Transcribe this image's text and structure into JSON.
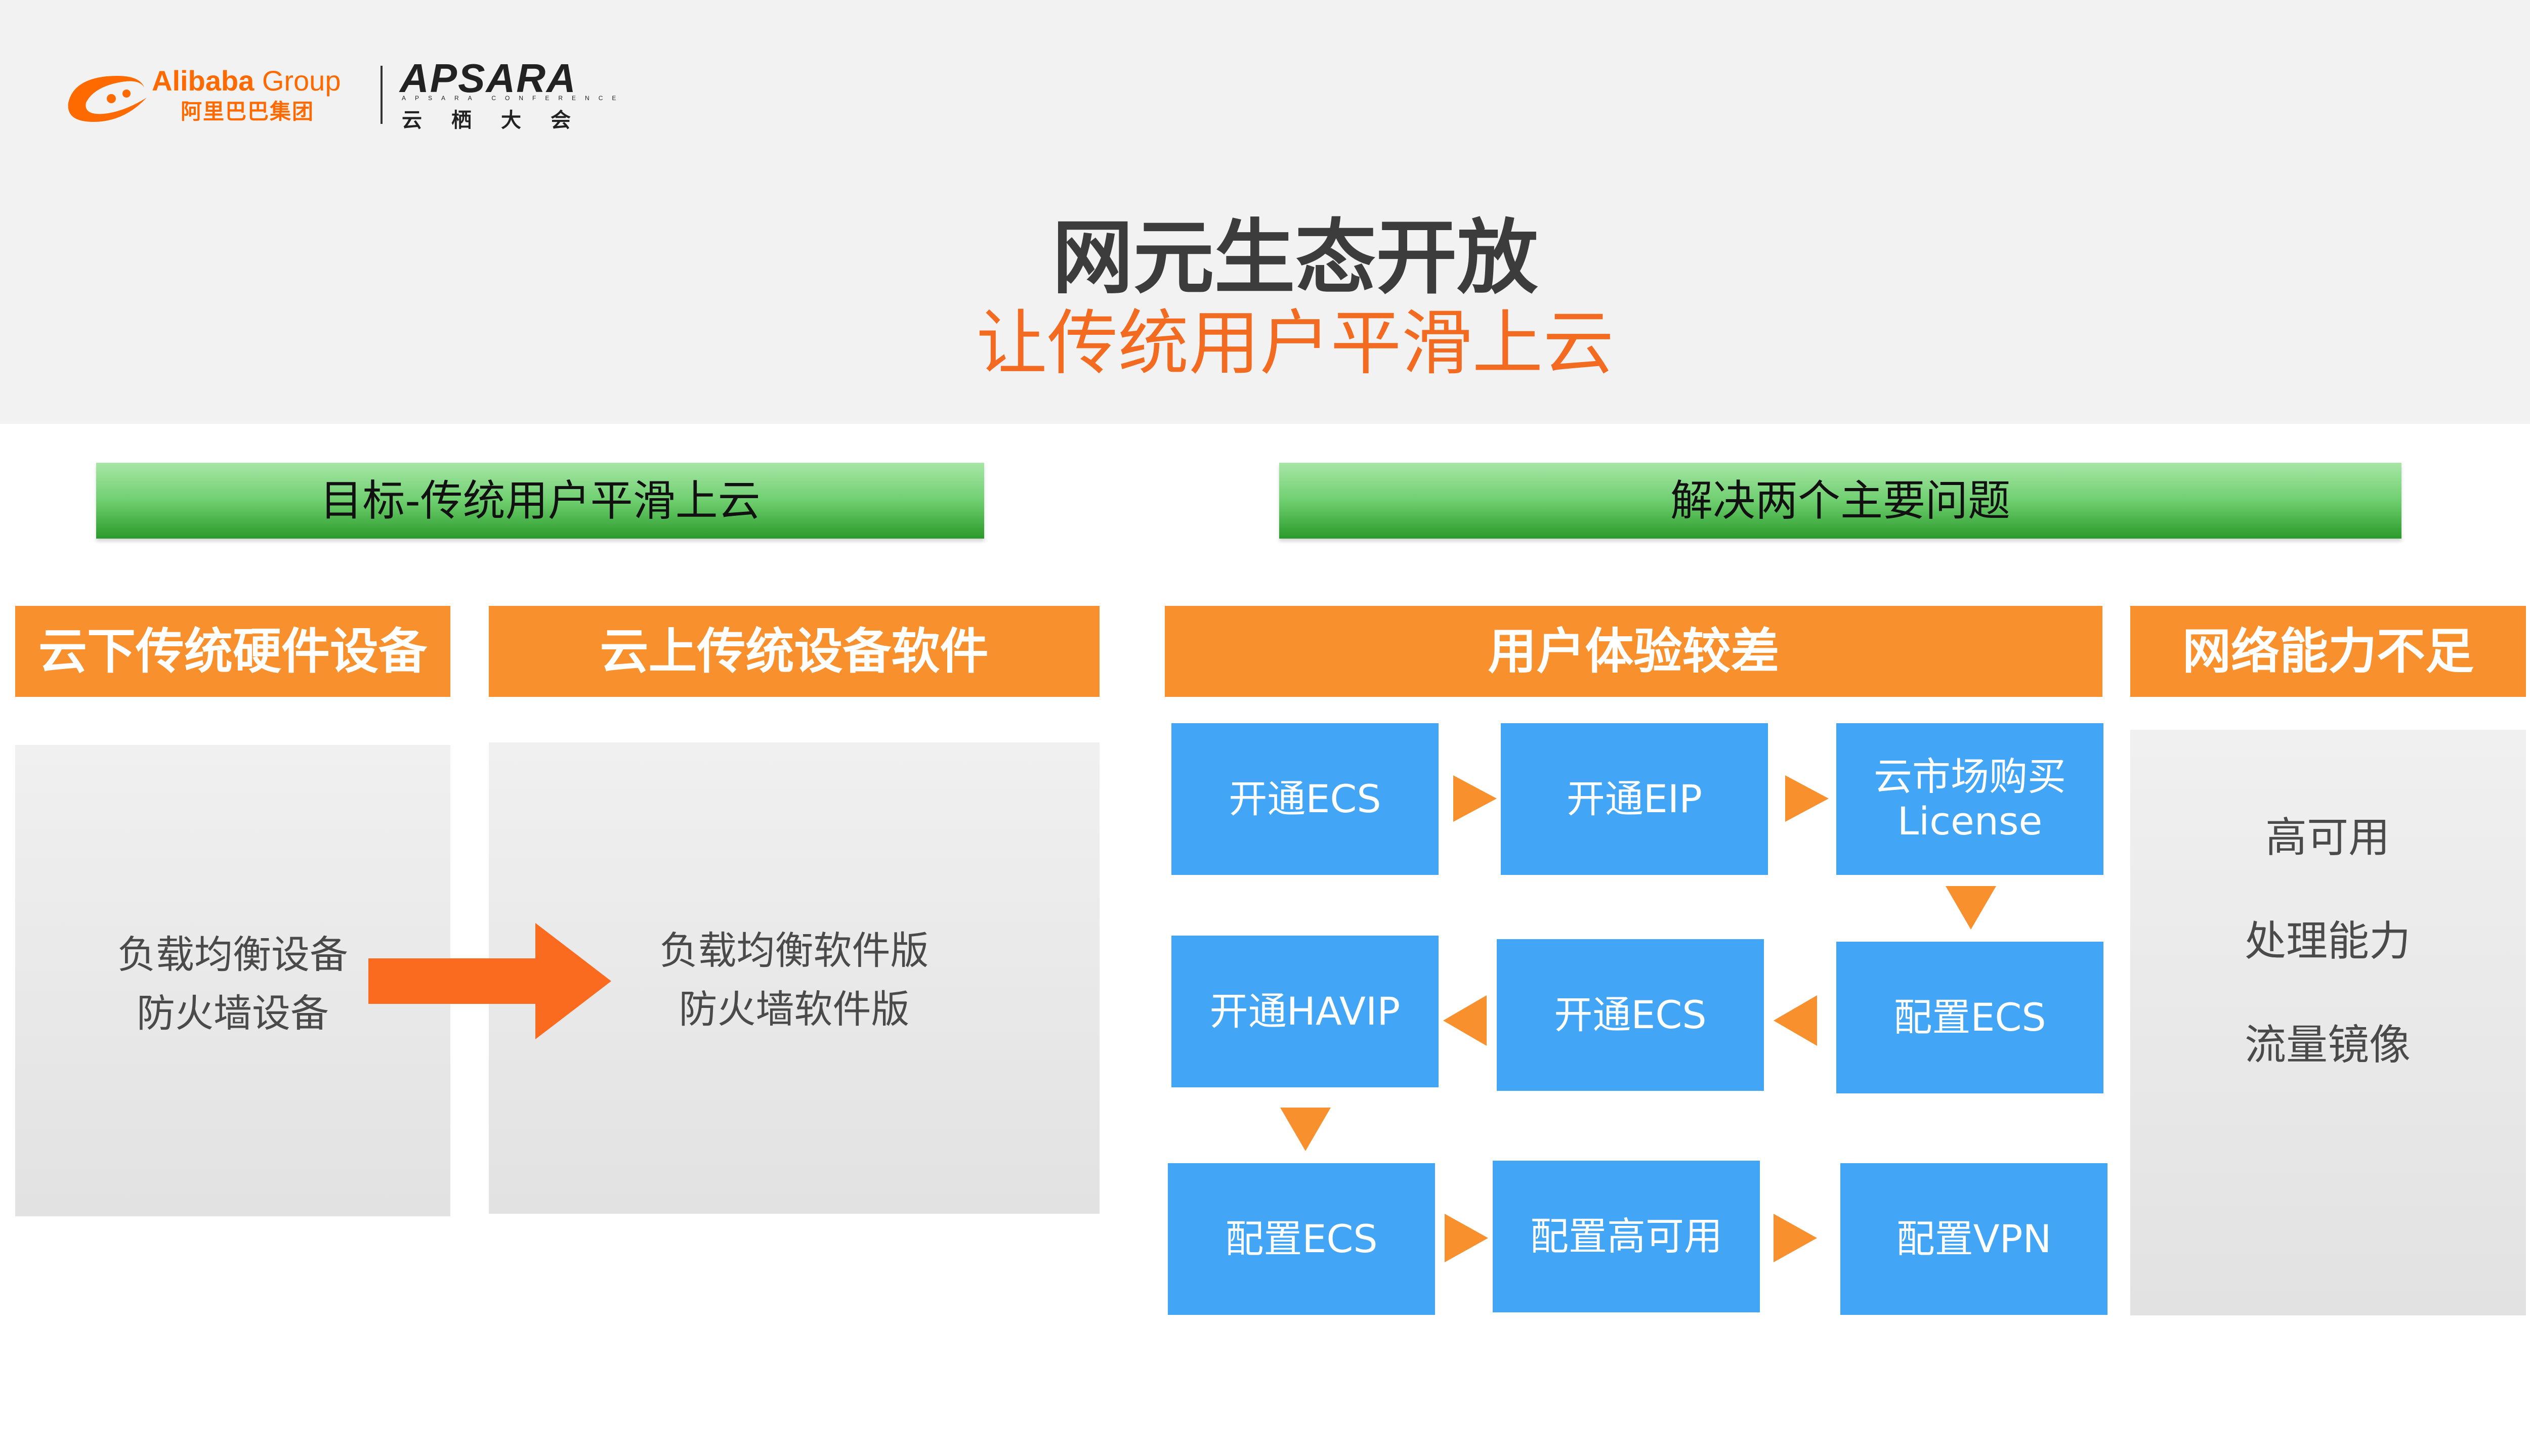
{
  "logos": {
    "alibaba_en_bold": "Alibaba",
    "alibaba_en": " Group",
    "alibaba_cn": "阿里巴巴集团",
    "apsara_mark": "APSARA",
    "apsara_sub": "APSARA CONFERENCE",
    "apsara_cn": "云栖大会"
  },
  "title": "网元生态开放",
  "subtitle": "让传统用户平滑上云",
  "left": {
    "green_bar": "目标-传统用户平滑上云",
    "head_1": "云下传统硬件设备",
    "head_2": "云上传统设备软件",
    "box_1_line_1": "负载均衡设备",
    "box_1_line_2": "防火墙设备",
    "box_2_line_1": "负载均衡软件版",
    "box_2_line_2": "防火墙软件版"
  },
  "right": {
    "green_bar": "解决两个主要问题",
    "head_1": "用户体验较差",
    "head_2": "网络能力不足",
    "steps": {
      "s1": "开通ECS",
      "s2": "开通EIP",
      "s3_line_1": "云市场购买",
      "s3_line_2": "License",
      "s4": "配置ECS",
      "s5": "开通ECS",
      "s6": "开通HAVIP",
      "s7": "配置ECS",
      "s8": "配置高可用",
      "s9": "配置VPN"
    },
    "network_items": [
      "高可用",
      "处理能力",
      "流量镜像"
    ]
  },
  "colors": {
    "orange": "#f7902d",
    "accent_orange": "#f26b21",
    "blue": "#42a5f5",
    "green": "#4cbb4c",
    "gray_box": "#e6e6e6"
  }
}
